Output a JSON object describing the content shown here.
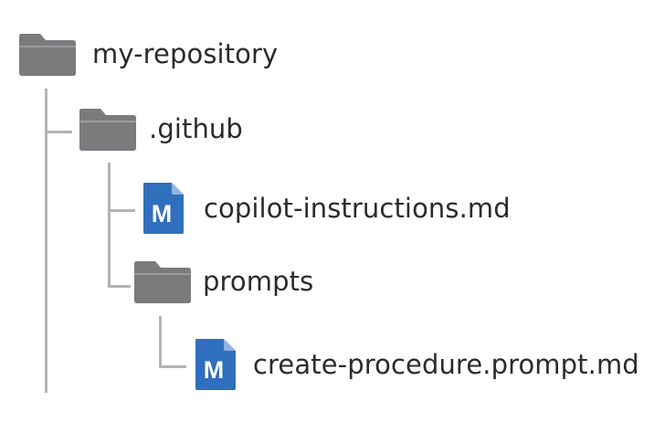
{
  "tree": {
    "root": {
      "label": "my-repository",
      "icon": "folder-icon"
    },
    "github_folder": {
      "label": ".github",
      "icon": "folder-icon"
    },
    "copilot_file": {
      "label": "copilot-instructions.md",
      "icon": "markdown-file-icon",
      "icon_letter": "M"
    },
    "prompts_folder": {
      "label": "prompts",
      "icon": "folder-icon"
    },
    "prompt_file": {
      "label": "create-procedure.prompt.md",
      "icon": "markdown-file-icon",
      "icon_letter": "M"
    }
  },
  "colors": {
    "folder": "#7b7b7e",
    "file_icon": "#2f6fbd",
    "connector": "#b3b3b3",
    "text": "#2b2b2b"
  }
}
